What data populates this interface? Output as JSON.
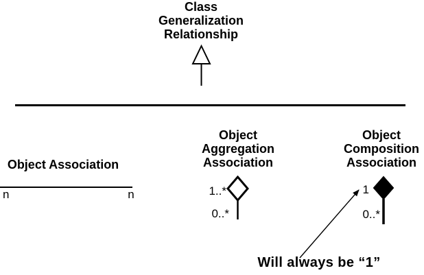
{
  "colors": {
    "foreground": "#000000",
    "background": "#ffffff"
  },
  "generalization": {
    "title_lines": [
      "Class",
      "Generalization",
      "Relationship"
    ],
    "symbol": "hollow-triangle-arrow"
  },
  "association": {
    "title": "Object Association",
    "multiplicity_left": "n",
    "multiplicity_right": "n"
  },
  "aggregation": {
    "title_lines": [
      "Object",
      "Aggregation",
      "Association"
    ],
    "symbol": "hollow-diamond",
    "multiplicity_top": "1..*",
    "multiplicity_bottom": "0..*"
  },
  "composition": {
    "title_lines": [
      "Object",
      "Composition",
      "Association"
    ],
    "symbol": "filled-diamond",
    "multiplicity_top": "1",
    "multiplicity_bottom": "0..*"
  },
  "annotation": {
    "text": "Will always be “1”"
  }
}
